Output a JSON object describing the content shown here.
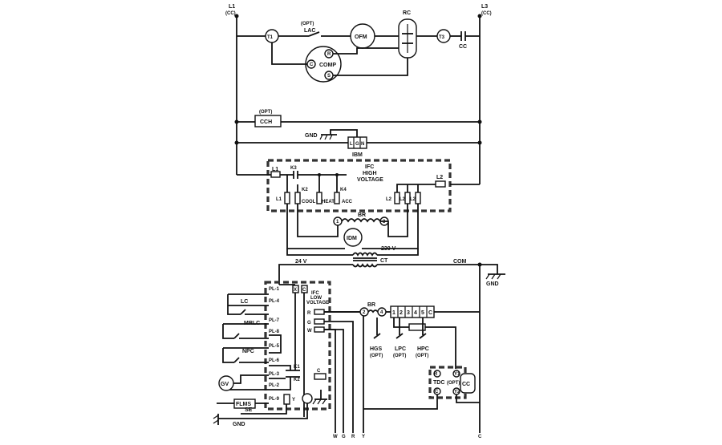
{
  "diagram": {
    "supply": {
      "l1": "L1",
      "l1_sub": "(CC)",
      "l3": "L3",
      "l3_sub": "(CC)"
    },
    "top": {
      "t1": "T1",
      "t3": "T3",
      "opt": "(OPT)",
      "lac": "LAC",
      "ofm": "OFM",
      "rc": "RC",
      "cc": "CC",
      "comp": "COMP",
      "c": "C",
      "r": "R",
      "s": "S"
    },
    "mid": {
      "opt": "(OPT)",
      "cch": "CCH",
      "gnd": "GND",
      "l": "L",
      "g": "G",
      "n": "N",
      "ibm": "IBM"
    },
    "ifc_hv": {
      "title1": "IFC",
      "title2": "HIGH",
      "title3": "VOLTAGE",
      "l1": "L1",
      "l2": "L2",
      "k3": "K3",
      "k2": "K2",
      "k4": "K4",
      "cool": "COOL",
      "heat": "HEAT",
      "acc": "ACC",
      "br": "BR",
      "n1": "1",
      "n3": "3",
      "idm": "IDM"
    },
    "transformer": {
      "v230": "230 V",
      "ct": "CT",
      "v24": "24 V",
      "com": "COM",
      "gnd": "GND"
    },
    "ifc_lv": {
      "title1": "IFC",
      "title2": "LOW",
      "title3": "VOLTAGE",
      "x": "X",
      "c": "C",
      "r": "R",
      "g": "G",
      "w": "W",
      "k1": "K1",
      "k2": "K2",
      "y": "Y",
      "pl": [
        "PL-1",
        "PL-4",
        "PL-7",
        "PL-8",
        "PL-5",
        "PL-6",
        "PL-3",
        "PL-2",
        "PL-9"
      ],
      "lc": "LC",
      "mrlc": "MRLC",
      "npc": "NPC",
      "gv": "GV",
      "flms": "FLMS",
      "se": "SE",
      "gnd": "GND"
    },
    "thermostat": {
      "br": "BR",
      "n2": "2",
      "n4": "4",
      "strip": [
        "1",
        "2",
        "3",
        "4",
        "5",
        "C"
      ],
      "hgs": "HGS",
      "lpc": "LPC",
      "hpc": "HPC",
      "opt": "(OPT)",
      "r": "R",
      "y1": "Y1",
      "y2": "Y2",
      "c": "C",
      "tdc": "TDC",
      "tdc_opt": "(OPT)",
      "cc": "CC"
    },
    "bottom": {
      "w": "W",
      "g": "G",
      "r": "R",
      "y": "Y",
      "c": "C"
    }
  }
}
